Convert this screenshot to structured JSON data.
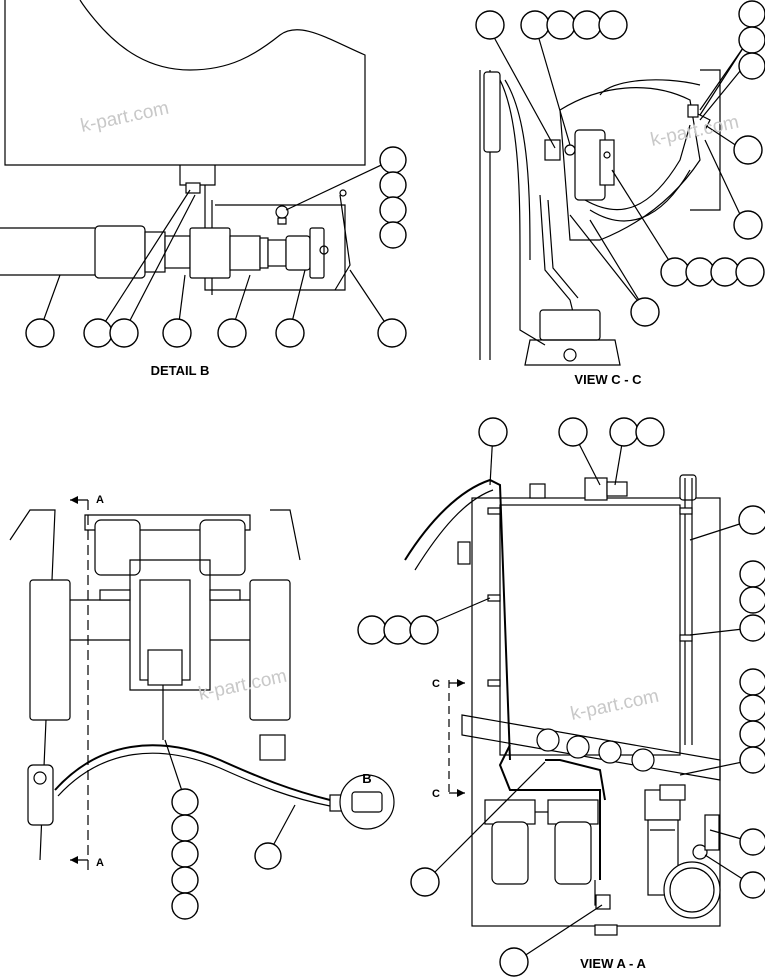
{
  "views": {
    "detail_b": "DETAIL B",
    "view_cc": "VIEW C - C",
    "view_aa": "VIEW A - A"
  },
  "section_markers": {
    "a_top": "A",
    "a_bottom": "A",
    "c_top": "C",
    "c_bottom": "C",
    "b_callout": "B"
  },
  "watermarks": [
    "k-part.com",
    "k-part.com",
    "k-part.com",
    "k-part.com"
  ],
  "colors": {
    "line": "#000000",
    "background": "#ffffff",
    "watermark": "#c8c8c8"
  }
}
